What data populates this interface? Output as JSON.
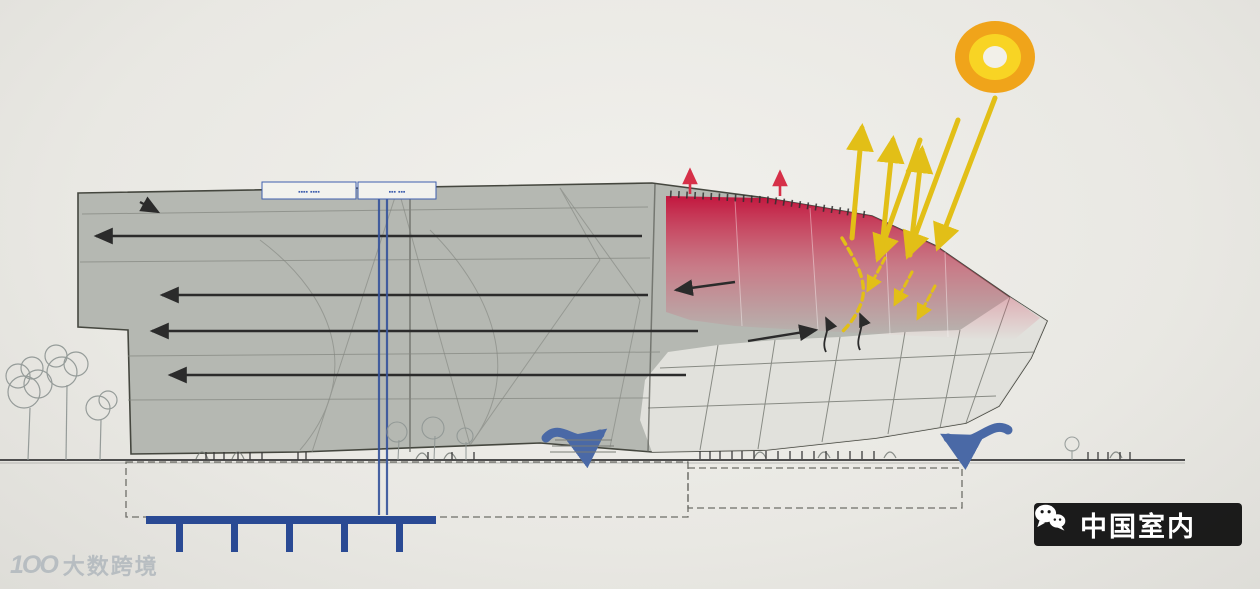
{
  "page": {
    "background": "#e9e8e3"
  },
  "colors": {
    "building_fill": "#b5b8b2",
    "building_outline": "#45473f",
    "facet_fill": "#e7e6e1",
    "heat_top": "#c31039",
    "heat_mid": "#d84b66",
    "sun_outer": "#f0a41a",
    "sun_ring": "#f8d424",
    "sun_core": "#f2f0e9",
    "ray_yellow": "#e2bf17",
    "exhaust_red": "#d63048",
    "flow_blue": "#4a69a6",
    "foundation_blue": "#2a4a94",
    "arrow_black": "#2b2b2b",
    "legend_blue": "#3f5fae"
  },
  "legend": {
    "box1": "▪▪▪▪ ▪▪▪▪",
    "box2": "▪▪▪ ▪▪▪"
  },
  "watermarks": {
    "left": {
      "logo": "1OO",
      "text": "大数跨境"
    },
    "right": {
      "text": "中国室内"
    }
  }
}
